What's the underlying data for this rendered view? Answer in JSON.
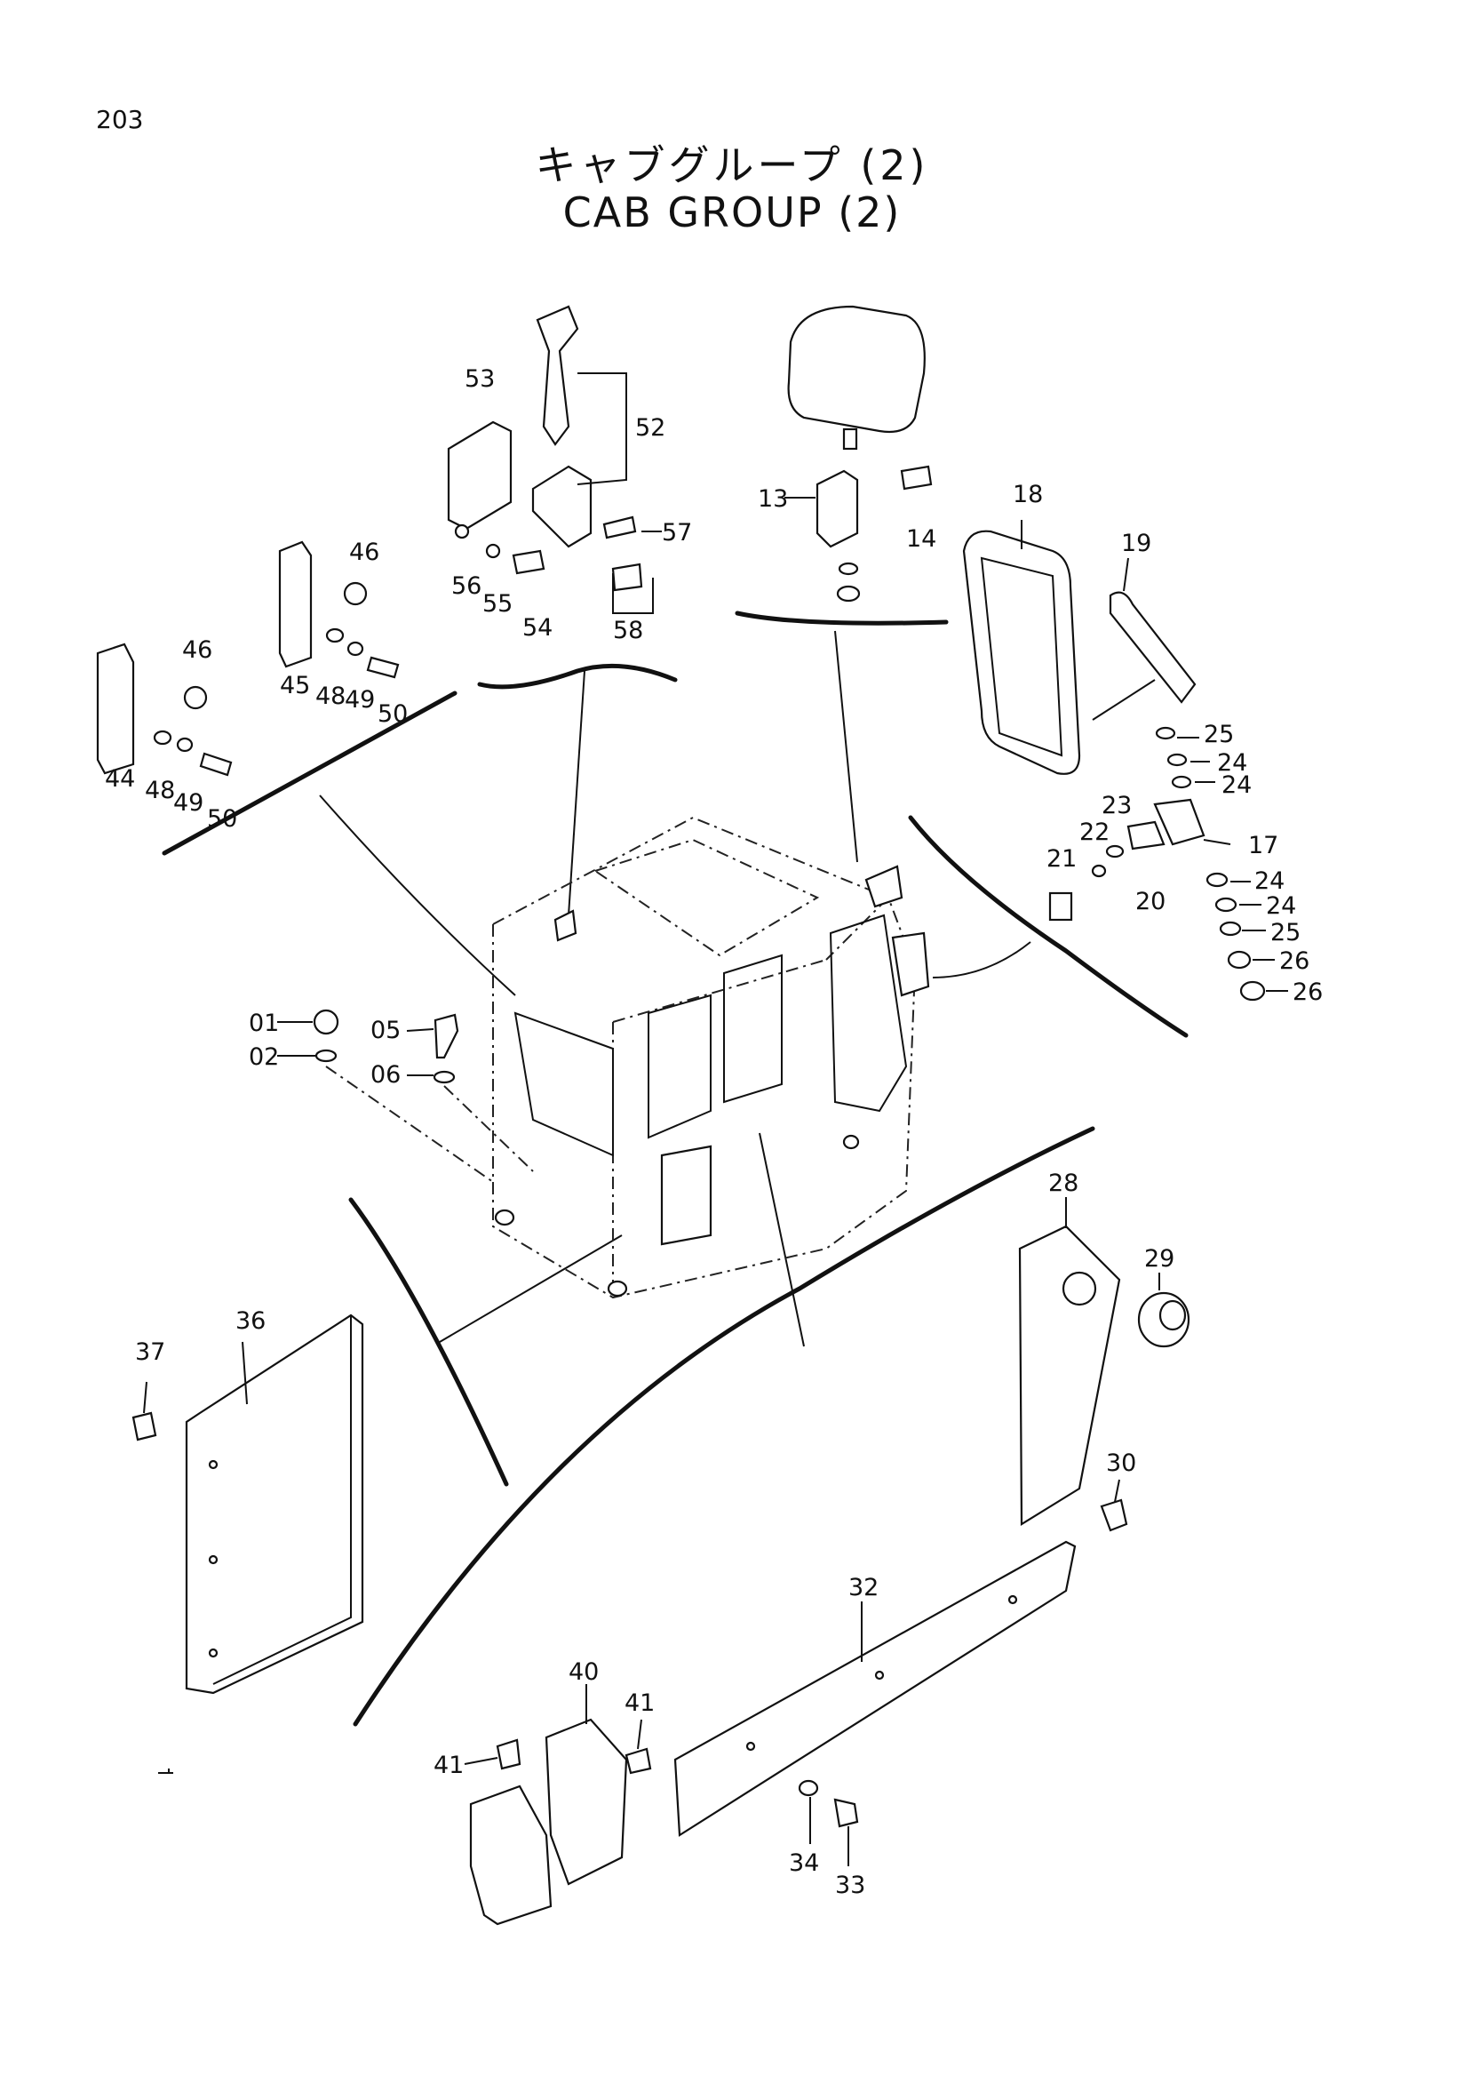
{
  "page_number": "203",
  "title_jp": "キャブグループ (2)",
  "title_en": "CAB GROUP (2)",
  "labels": {
    "p01": "01",
    "p02": "02",
    "p05": "05",
    "p06": "06",
    "p13": "13",
    "p14": "14",
    "p17": "17",
    "p18": "18",
    "p19": "19",
    "p20": "20",
    "p21": "21",
    "p22": "22",
    "p23": "23",
    "p24a": "24",
    "p24b": "24",
    "p24c": "24",
    "p24d": "24",
    "p25a": "25",
    "p25b": "25",
    "p26a": "26",
    "p26b": "26",
    "p28": "28",
    "p29": "29",
    "p30": "30",
    "p32": "32",
    "p33": "33",
    "p34": "34",
    "p36": "36",
    "p37": "37",
    "p40": "40",
    "p41a": "41",
    "p41b": "41",
    "p44": "44",
    "p45": "45",
    "p46a": "46",
    "p46b": "46",
    "p48a": "48",
    "p48b": "48",
    "p49a": "49",
    "p49b": "49",
    "p50a": "50",
    "p50b": "50",
    "p52": "52",
    "p53": "53",
    "p54": "54",
    "p55": "55",
    "p56": "56",
    "p57": "57",
    "p58": "58"
  }
}
